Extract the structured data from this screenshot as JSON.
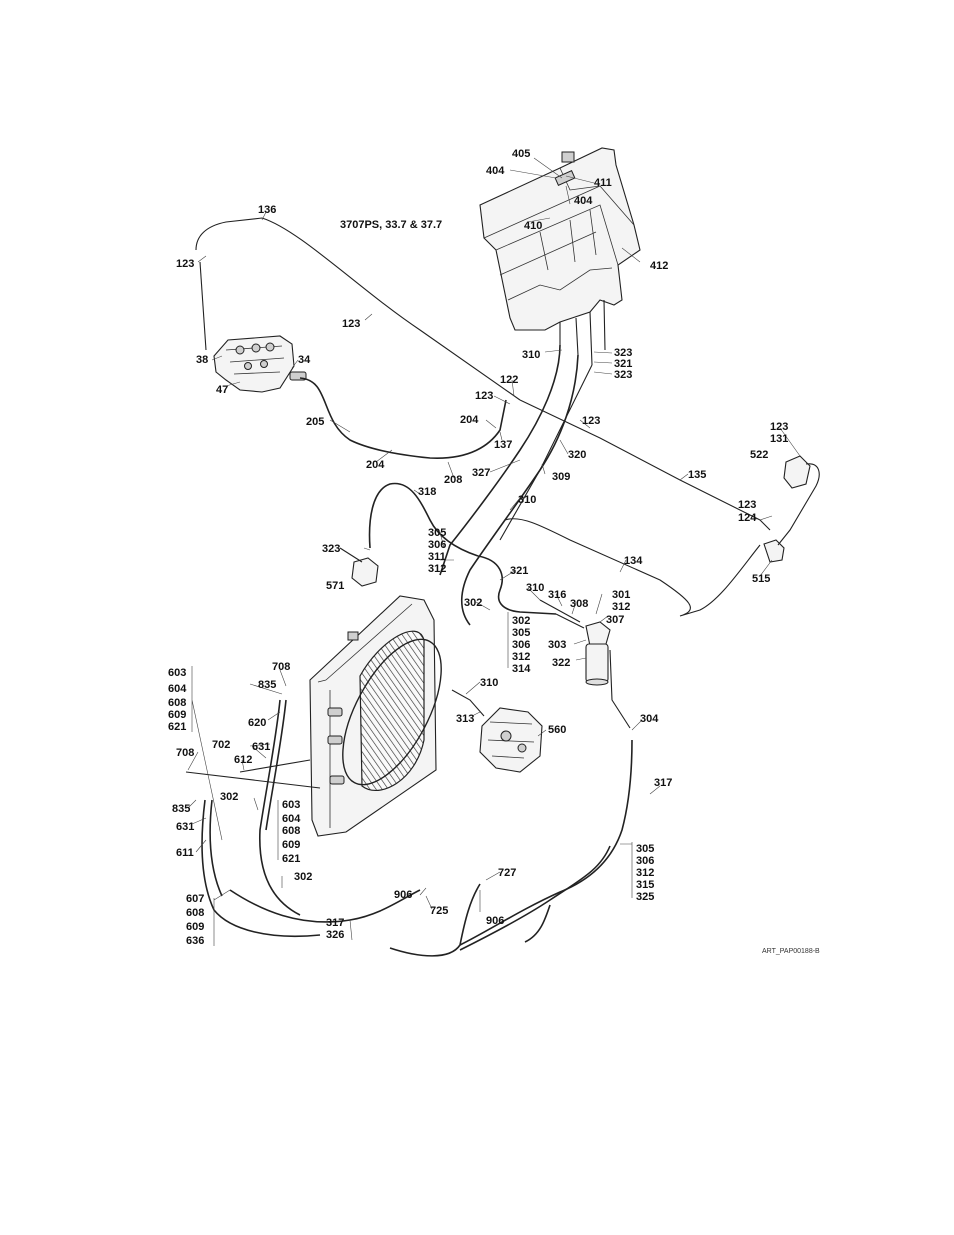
{
  "diagram": {
    "title": "3707PS, 33.7 & 37.7",
    "art_reference": "ART_PAP00188-B",
    "callouts": {
      "c405": "405",
      "c404a": "404",
      "c411": "411",
      "c404b": "404",
      "c410": "410",
      "c412": "412",
      "c136": "136",
      "c123a": "123",
      "c123b": "123",
      "c38": "38",
      "c34": "34",
      "c47": "47",
      "c310a": "310",
      "c323a": "323",
      "c321a": "321",
      "c323b": "323",
      "c122": "122",
      "c123c": "123",
      "c123d": "123",
      "c205": "205",
      "c204a": "204",
      "c137": "137",
      "c320": "320",
      "c204b": "204",
      "c208": "208",
      "c327": "327",
      "c309": "309",
      "c135": "135",
      "c123e": "123",
      "c131": "131",
      "c522": "522",
      "c318": "318",
      "c310b": "310",
      "c123f": "123",
      "c124": "124",
      "c323c": "323",
      "c305a": "305",
      "c306a": "306",
      "c311": "311",
      "c312a": "312",
      "c571": "571",
      "c134": "134",
      "c515": "515",
      "c321b": "321",
      "c310c": "310",
      "c316": "316",
      "c308": "308",
      "c301": "301",
      "c312b": "312",
      "c302a": "302",
      "c307": "307",
      "c302b": "302",
      "c305b": "305",
      "c306b": "306",
      "c312c": "312",
      "c314": "314",
      "c303": "303",
      "c322": "322",
      "c708a": "708",
      "c603a": "603",
      "c604a": "604",
      "c608a": "608",
      "c609a": "609",
      "c621a": "621",
      "c835a": "835",
      "c620": "620",
      "c310d": "310",
      "c313": "313",
      "c560": "560",
      "c304": "304",
      "c631a": "631",
      "c702": "702",
      "c708b": "708",
      "c612": "612",
      "c302c": "302",
      "c835b": "835",
      "c603b": "603",
      "c604b": "604",
      "c608b": "608",
      "c609b": "609",
      "c621b": "621",
      "c631b": "631",
      "c611": "611",
      "c317a": "317",
      "c305c": "305",
      "c306c": "306",
      "c312d": "312",
      "c315": "315",
      "c325": "325",
      "c727": "727",
      "c302d": "302",
      "c906a": "906",
      "c725": "725",
      "c607": "607",
      "c608c": "608",
      "c609c": "609",
      "c636": "636",
      "c317b": "317",
      "c326": "326",
      "c906b": "906"
    }
  }
}
